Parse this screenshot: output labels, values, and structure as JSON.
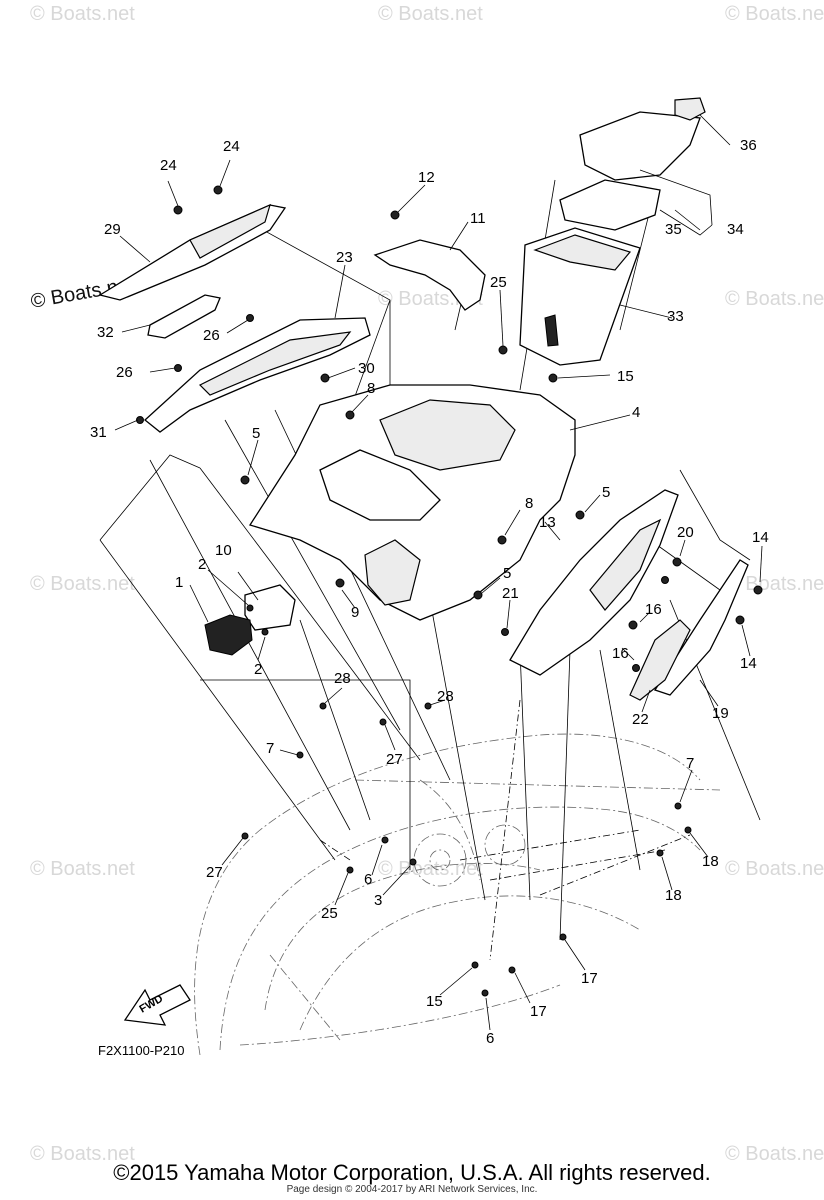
{
  "diagram": {
    "code": "F2X1100-P210",
    "direction_label": "FWD",
    "copyright": "©2015 Yamaha Motor Corporation, U.S.A. All rights reserved.",
    "page_design": "Page design © 2004-2017 by ARI Network Services, Inc.",
    "watermark": "© Boats.net",
    "callouts": [
      "1",
      "2",
      "2",
      "3",
      "4",
      "5",
      "5",
      "5",
      "6",
      "6",
      "7",
      "7",
      "8",
      "8",
      "9",
      "10",
      "11",
      "12",
      "13",
      "14",
      "14",
      "15",
      "15",
      "16",
      "16",
      "17",
      "17",
      "18",
      "18",
      "19",
      "20",
      "21",
      "22",
      "23",
      "24",
      "24",
      "25",
      "25",
      "26",
      "26",
      "27",
      "27",
      "28",
      "28",
      "29",
      "30",
      "31",
      "32",
      "33",
      "34",
      "35",
      "36"
    ]
  }
}
